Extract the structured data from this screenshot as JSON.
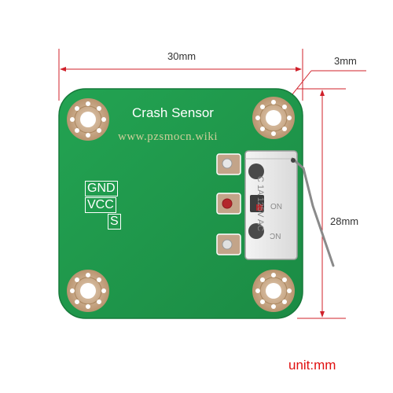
{
  "board": {
    "title": "Crash Sensor",
    "watermark": "www.pzsmocn.wiki",
    "pins": [
      "GND",
      "VCC",
      "S"
    ],
    "pcb_color": "#1f9a4c",
    "pad_color": "#c9a78a"
  },
  "switch": {
    "marking_lines": [
      "C 1A 125V AC",
      "NO",
      "NC"
    ]
  },
  "dimensions": {
    "width_label": "30mm",
    "height_label": "28mm",
    "hole_label": "3mm",
    "line_color": "#d0202a"
  },
  "unit_note": "unit:mm"
}
